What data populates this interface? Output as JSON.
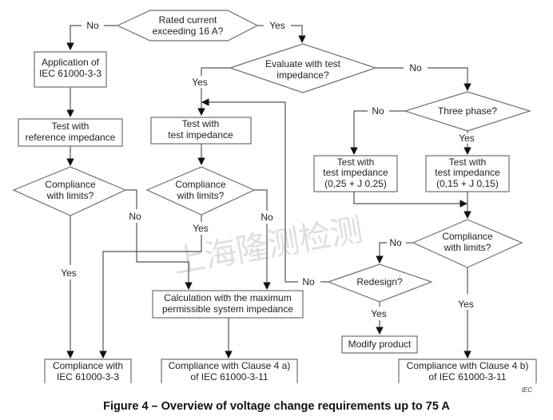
{
  "figure": {
    "caption": "Figure 4 – Overview of voltage change requirements up to 75 A",
    "credit": "IEC",
    "watermark": "上海隆测检测"
  },
  "nodes": {
    "rated_current": {
      "type": "decision",
      "lines": [
        "Rated current",
        "exceeding 16 A?"
      ]
    },
    "app_61000_3_3": {
      "type": "process",
      "lines": [
        "Application of",
        "IEC 61000-3-3"
      ]
    },
    "evaluate_test_imp": {
      "type": "decision",
      "lines": [
        "Evaluate with test",
        "impedance?"
      ]
    },
    "test_ref_imp": {
      "type": "process",
      "lines": [
        "Test with",
        "reference impedance"
      ]
    },
    "test_test_imp": {
      "type": "process",
      "lines": [
        "Test with",
        "test impedance"
      ]
    },
    "three_phase": {
      "type": "decision",
      "lines": [
        "Three phase?"
      ]
    },
    "test_imp_025": {
      "type": "process",
      "lines": [
        "Test with",
        "test impedance",
        "(0,25 + J 0,25)"
      ]
    },
    "test_imp_015": {
      "type": "process",
      "lines": [
        "Test with",
        "test impedance",
        "(0,15 + J 0,15)"
      ]
    },
    "compliance_left": {
      "type": "decision",
      "lines": [
        "Compliance",
        "with limits?"
      ]
    },
    "compliance_mid": {
      "type": "decision",
      "lines": [
        "Compliance",
        "with limits?"
      ]
    },
    "compliance_right": {
      "type": "decision",
      "lines": [
        "Compliance",
        "with limits?"
      ]
    },
    "calc_max_imp": {
      "type": "process",
      "lines": [
        "Calculation with the maximum",
        "permissible system impedance"
      ]
    },
    "redesign": {
      "type": "decision",
      "lines": [
        "Redesign?"
      ]
    },
    "modify_product": {
      "type": "process",
      "lines": [
        "Modify product"
      ]
    },
    "comp_61000_3_3": {
      "type": "terminal",
      "lines": [
        "Compliance with",
        "IEC 61000-3-3"
      ]
    },
    "comp_clause_4a": {
      "type": "terminal",
      "lines": [
        "Compliance with Clause 4 a)",
        "of IEC 61000-3-11"
      ]
    },
    "comp_clause_4b": {
      "type": "terminal",
      "lines": [
        "Compliance with Clause 4 b)",
        "of IEC 61000-3-11"
      ]
    }
  },
  "edges": [
    {
      "from": "rated_current",
      "to": "app_61000_3_3",
      "label": "No"
    },
    {
      "from": "rated_current",
      "to": "evaluate_test_imp",
      "label": "Yes"
    },
    {
      "from": "app_61000_3_3",
      "to": "test_ref_imp",
      "label": ""
    },
    {
      "from": "test_ref_imp",
      "to": "compliance_left",
      "label": ""
    },
    {
      "from": "compliance_left",
      "to": "comp_61000_3_3",
      "label": "Yes"
    },
    {
      "from": "compliance_left",
      "to": "calc_max_imp",
      "label": "No"
    },
    {
      "from": "evaluate_test_imp",
      "to": "test_test_imp",
      "label": "Yes"
    },
    {
      "from": "evaluate_test_imp",
      "to": "three_phase",
      "label": "No"
    },
    {
      "from": "test_test_imp",
      "to": "compliance_mid",
      "label": ""
    },
    {
      "from": "compliance_mid",
      "to": "comp_61000_3_3",
      "label": "Yes"
    },
    {
      "from": "compliance_mid",
      "to": "calc_max_imp",
      "label": "No"
    },
    {
      "from": "calc_max_imp",
      "to": "comp_clause_4a",
      "label": ""
    },
    {
      "from": "three_phase",
      "to": "test_imp_025",
      "label": "No"
    },
    {
      "from": "three_phase",
      "to": "test_imp_015",
      "label": "Yes"
    },
    {
      "from": "test_imp_025",
      "to": "compliance_right",
      "label": ""
    },
    {
      "from": "test_imp_015",
      "to": "compliance_right",
      "label": ""
    },
    {
      "from": "compliance_right",
      "to": "redesign",
      "label": "No"
    },
    {
      "from": "compliance_right",
      "to": "comp_clause_4b",
      "label": "Yes"
    },
    {
      "from": "redesign",
      "to": "modify_product",
      "label": "Yes"
    },
    {
      "from": "redesign",
      "to": "test_test_imp",
      "label": "No"
    }
  ],
  "labels": {
    "yes": "Yes",
    "no": "No"
  }
}
